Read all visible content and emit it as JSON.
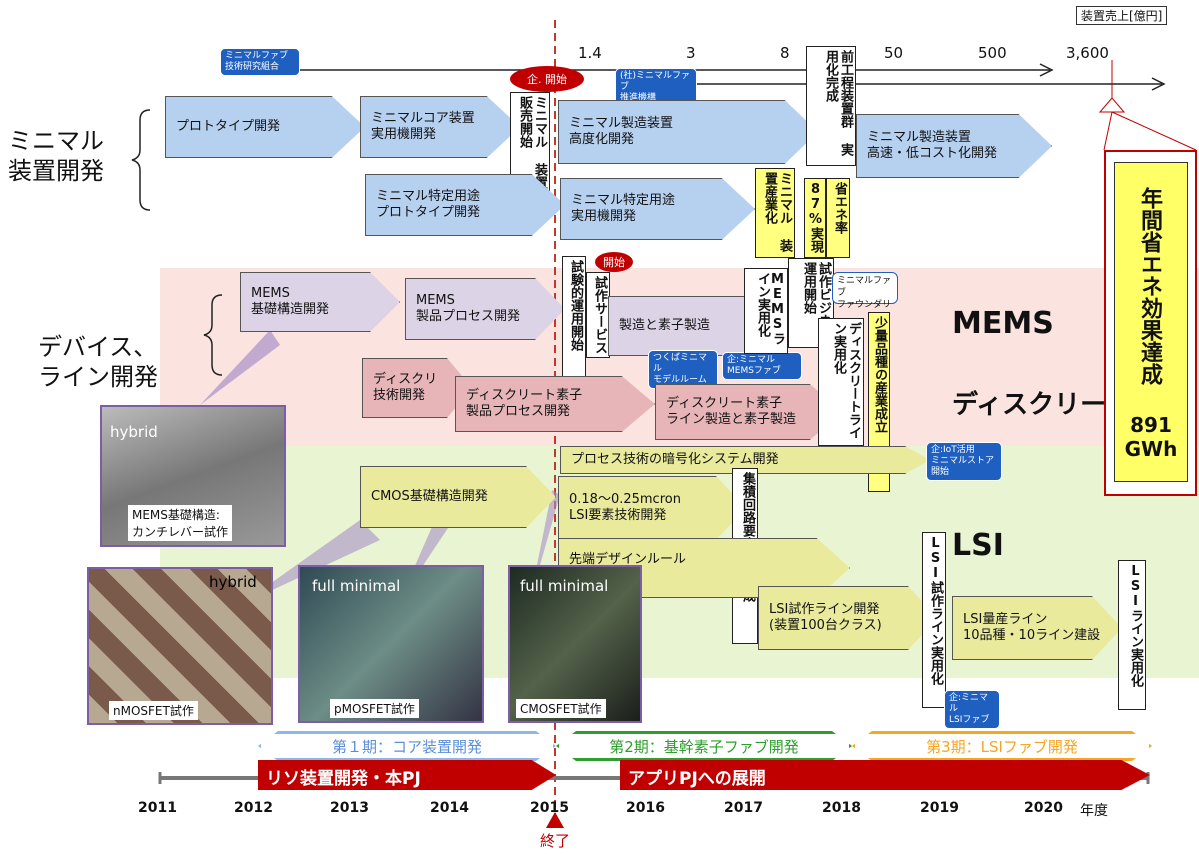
{
  "header": {
    "unit_label": "装置売上[億円]",
    "sales_values": [
      "1.4",
      "3",
      "8",
      "50",
      "500",
      "3,600"
    ]
  },
  "groups": {
    "minimal": "ミニマル\n装置開発",
    "device": "デバイス、\nライン開発"
  },
  "orgs": {
    "research": "ミニマルファブ\n技術研究組合",
    "promotion": "(社)ミニマルファブ\n推進機構",
    "kaishi1": "企. 開始",
    "kaishi2": "開始"
  },
  "minimal_arrows": {
    "prototype": "プロトタイプ開発",
    "core": "ミニマルコア装置\n実用機開発",
    "sales": "ミニマル\n装置販売開始",
    "advanced": "ミニマル製造装置\n高度化開発",
    "front_complete": "前工程装置群\n実用化完成",
    "lowcost": "ミニマル製造装置\n高速・低コスト化開発",
    "special_proto": "ミニマル特定用途\nプロトタイプ開発",
    "special_prod": "ミニマル特定用途\n実用機開発",
    "industrial": "ミニマル\n装置産業化",
    "energy87": "87%実現",
    "energy_rate": "省エネ率"
  },
  "mems": {
    "label": "MEMS",
    "basic": "MEMS\n基礎構造開発",
    "process": "MEMS\n製品プロセス開発",
    "trial_run": "試験的運用開始",
    "trial_service": "試作サービス",
    "mfg": "製造と素子製造",
    "tsukuba": "つくばミニマル\nモデルルーム",
    "mems_fab": "企:ミニマル\nMEMSファブ",
    "mems_line": "MEMSライン実用化",
    "trial_biz": "試作ビジネス運用開始",
    "foundry": "ミニマルファブ\nファウンダリ"
  },
  "discrete": {
    "label": "ディスクリート",
    "basic": "ディスクリ\n技術開発",
    "process": "ディスクリート素子\n製品プロセス開発",
    "line": "ディスクリート素子\nライン製造と素子製造",
    "line_done": "ディスクリートライン実用化",
    "small_lot": "少量品種の産業成立"
  },
  "lsi": {
    "label": "LSI",
    "crypto": "プロセス技術の暗号化システム開発",
    "iot": "企:IoT活用\nミニマルストア開始",
    "cmos": "CMOS基礎構造開発",
    "micron": "0.18〜0.25mcron\nLSI要素技術開発",
    "integrated": "集積回路要素技術完成",
    "design": "先端デザインルール\n開発",
    "trial_line": "LSI試作ライン開発\n(装置100台クラス)",
    "trial_done": "LSI試作ライン実用化",
    "lsi_fab": "企:ミニマル\nLSIファブ",
    "mass": "LSI量産ライン\n10品種・10ライン建設",
    "line_done": "LSIライン実用化"
  },
  "photos": {
    "p1_tag": "hybrid",
    "p1_cap": "MEMS基礎構造:\nカンチレバー試作",
    "p2_tag": "hybrid",
    "p2_cap": "nMOSFET試作",
    "p3_tag": "full minimal",
    "p3_cap": "pMOSFET試作",
    "p4_tag": "full minimal",
    "p4_cap": "CMOSFET試作"
  },
  "effect": {
    "title": "年間省エネ効果達成",
    "value": "891\nGWh"
  },
  "phases": {
    "p1": "第１期：コア装置開発",
    "p2": "第2期：基幹素子ファブ開発",
    "p3": "第3期：LSIファブ開発"
  },
  "bottom": {
    "lito": "リソ装置開発・本PJ",
    "apps": "アプリPJへの展開",
    "end": "終了",
    "year_label": "年度"
  },
  "years": [
    "2011",
    "2012",
    "2013",
    "2014",
    "2015",
    "2016",
    "2017",
    "2018",
    "2019",
    "2020"
  ],
  "colors": {
    "blue": "#b6d0ef",
    "pink_band": "#fbe3df",
    "green_band": "#e9f5d2",
    "red": "#c00000",
    "orange": "#f5a623",
    "green": "#2e9e2e",
    "lightblue": "#8fb6ea"
  }
}
